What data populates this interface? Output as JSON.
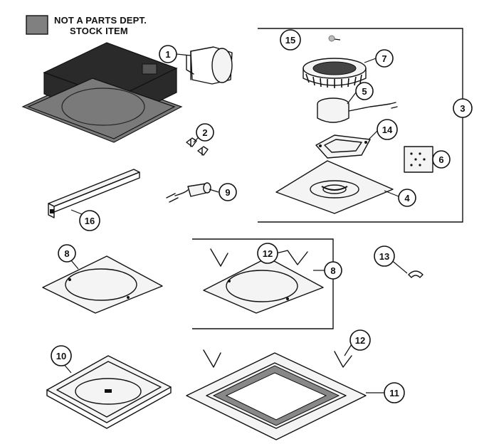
{
  "legend": {
    "swatch_color": "#808080",
    "line1": "NOT A PARTS DEPT.",
    "line2": "STOCK ITEM"
  },
  "callouts": {
    "c1": "1",
    "c2": "2",
    "c3": "3",
    "c4": "4",
    "c5": "5",
    "c6": "6",
    "c7": "7",
    "c8a": "8",
    "c8b": "8",
    "c9": "9",
    "c10": "10",
    "c11": "11",
    "c12a": "12",
    "c12b": "12",
    "c13": "13",
    "c14": "14",
    "c15": "15",
    "c16": "16"
  }
}
